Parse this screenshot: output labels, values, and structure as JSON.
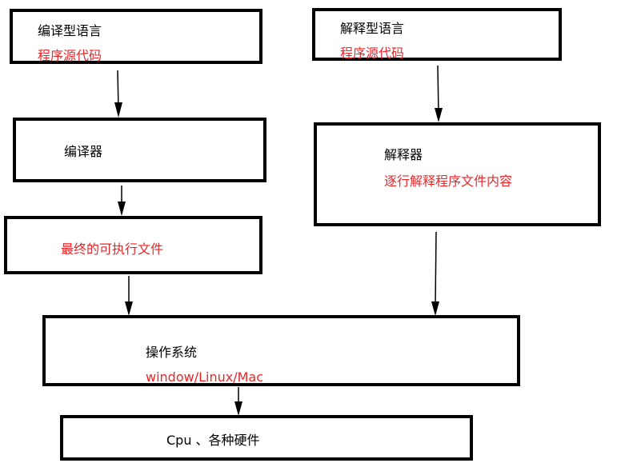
{
  "colors": {
    "border": "#000000",
    "text": "#000000",
    "highlight": "#e8262a"
  },
  "compiled": {
    "source_title": "编译型语言",
    "source_sub": "程序源代码",
    "compiler_title": "编译器",
    "output_title": "最终的可执行文件"
  },
  "interpreted": {
    "source_title": "解释型语言",
    "source_sub": "程序源代码",
    "interpreter_title": "解释器",
    "interpreter_sub": "逐行解释程序文件内容"
  },
  "os": {
    "title": "操作系统",
    "sub": "window/Linux/Mac"
  },
  "hardware": {
    "title": "Cpu 、各种硬件"
  }
}
